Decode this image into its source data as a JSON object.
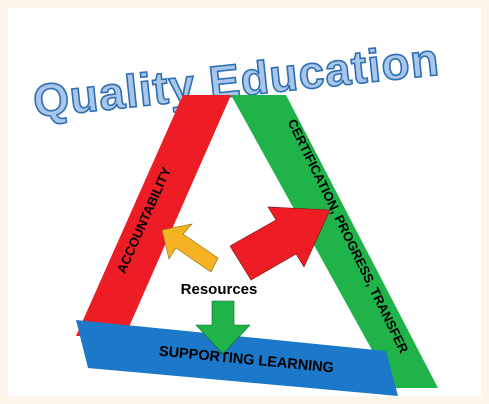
{
  "title": "Quality Education",
  "center_label": "Resources",
  "sides": {
    "left": "ACCOUNTABILITY",
    "right": "CERTIFICATION, PROGRESS, TRANSFER",
    "bottom": "SUPPORTING LEARNING"
  },
  "colors": {
    "page_background": "#fdf5ea",
    "frame": "#ffffff",
    "left_side": "#ee1c24",
    "right_side": "#20b34a",
    "bottom_side": "#1c78c8",
    "title_fill": "#a9c6e8",
    "title_outline": "#2d6fb3",
    "arrow_yellow": "#f5b323",
    "arrow_red": "#ee1c24",
    "arrow_green": "#20b34a"
  }
}
